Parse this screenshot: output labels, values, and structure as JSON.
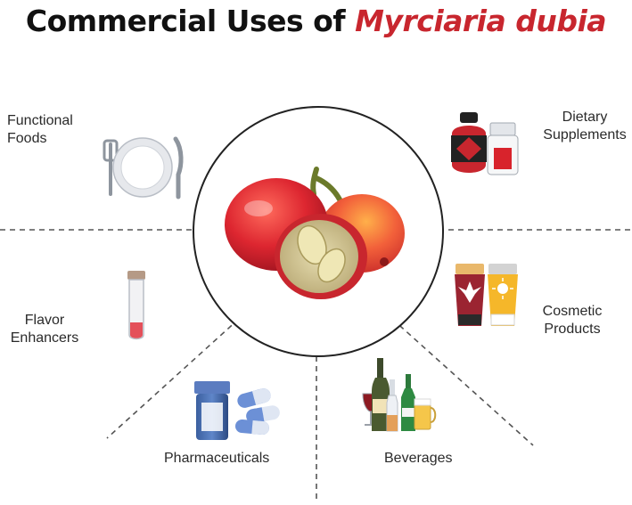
{
  "title": {
    "prefix": "Commercial Uses of ",
    "species": "Myrciaria dubia"
  },
  "uses": {
    "functional_foods": {
      "line1": "Functional",
      "line2": "Foods",
      "icon": "plate-cutlery-icon"
    },
    "dietary_supplements": {
      "line1": "Dietary",
      "line2": "Supplements",
      "icon": "supplement-bottles-icon"
    },
    "flavor_enhancers": {
      "line1": "Flavor",
      "line2": "Enhancers",
      "icon": "test-tube-icon"
    },
    "cosmetic_products": {
      "line1": "Cosmetic",
      "line2": "Products",
      "icon": "cosmetic-tubes-icon"
    },
    "pharmaceuticals": {
      "label": "Pharmaceuticals",
      "icon": "pills-bottle-icon"
    },
    "beverages": {
      "label": "Beverages",
      "icon": "drink-bottles-icon"
    }
  },
  "center_image": "camu-camu-fruit-icon",
  "colors": {
    "accent": "#c8262e",
    "fruit_red": "#d8232c",
    "divider": "#555555"
  }
}
